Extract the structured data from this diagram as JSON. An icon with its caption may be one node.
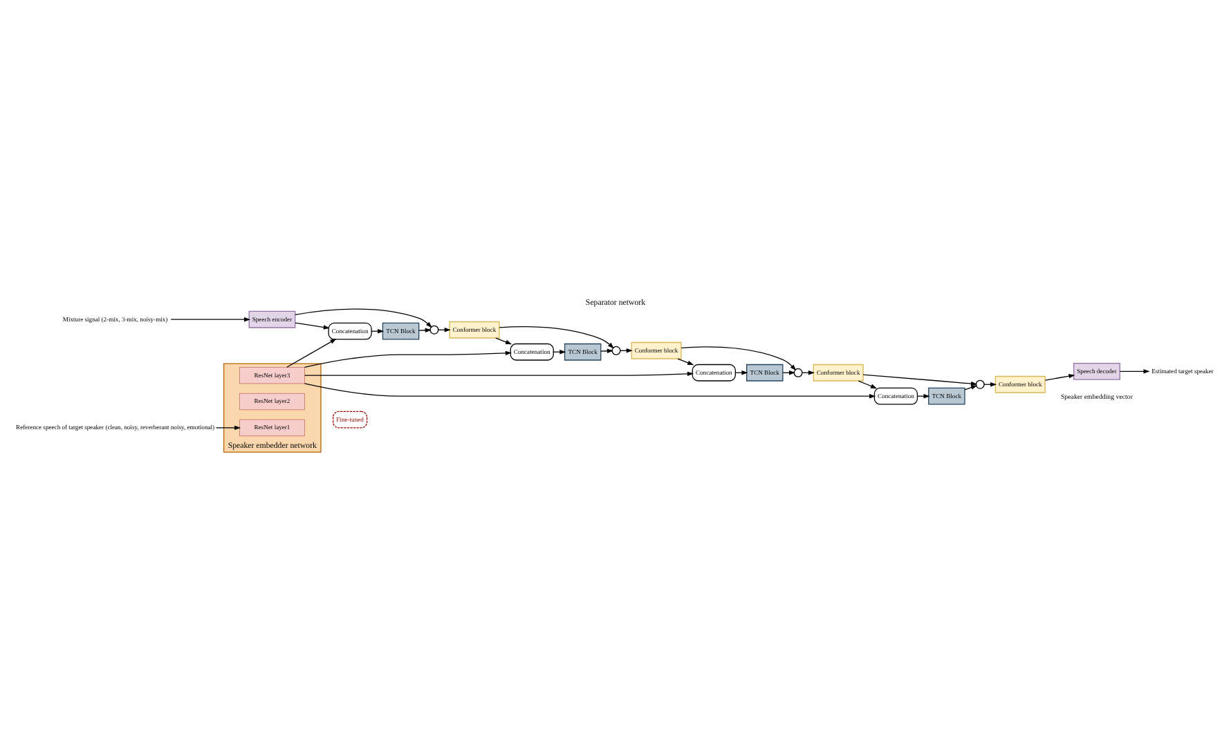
{
  "diagram": {
    "title": "Separator network",
    "nodes": [
      {
        "text": [
          "Speech encoder"
        ]
      },
      {
        "text": [
          "Concatenation"
        ]
      },
      {
        "text": [
          "TCN Block"
        ]
      },
      {
        "text": [],
        "shape": "circle"
      },
      {
        "text": [
          "Conformer block"
        ]
      },
      {
        "text": [
          "Concatenation"
        ]
      },
      {
        "text": [
          "TCN Block"
        ]
      },
      {
        "text": [],
        "shape": "circle"
      },
      {
        "text": [
          "Conformer block"
        ]
      },
      {
        "text": [
          "Concatenation"
        ]
      },
      {
        "text": [
          "TCN Block"
        ]
      },
      {
        "text": [],
        "shape": "circle"
      },
      {
        "text": [
          "Conformer block"
        ]
      },
      {
        "text": [
          "Concatenation"
        ]
      },
      {
        "text": [
          "TCN Block"
        ]
      },
      {
        "text": [],
        "shape": "circle"
      },
      {
        "text": [
          "Conformer block"
        ]
      },
      {
        "text": [
          "Speech decoder"
        ]
      },
      {
        "text": [
          "Speaker embedder network"
        ]
      },
      {
        "text": [
          "ResNet layer3"
        ],
        "in": 18
      },
      {
        "text": [
          "ResNet layer2"
        ],
        "in": 18
      },
      {
        "text": [
          "ResNet layer1"
        ],
        "in": 18
      },
      {
        "text": [
          "Fine-tuned"
        ]
      },
      {
        "text": [
          "Mixture signal (2-mix, 3-mix, noisy-mix)"
        ]
      },
      {
        "text": [
          "Reference speech of target speaker (clean, noisy, reverberant noisy, emotional)"
        ]
      },
      {
        "text": [
          "Estimated target speaker"
        ]
      }
    ],
    "edges": [
      {
        "from": 23,
        "to": 0,
        "arrow": "to"
      },
      {
        "from": 0,
        "to": 1,
        "arrow": "to"
      },
      {
        "from": 0,
        "to": 3,
        "arrow": "to"
      },
      {
        "from": 1,
        "to": 2,
        "arrow": "to"
      },
      {
        "from": 2,
        "to": 3,
        "arrow": "to"
      },
      {
        "from": 3,
        "to": 4,
        "arrow": "to"
      },
      {
        "from": 4,
        "to": 5,
        "arrow": "to"
      },
      {
        "from": 4,
        "to": 7,
        "arrow": "to"
      },
      {
        "from": 5,
        "to": 6,
        "arrow": "to"
      },
      {
        "from": 6,
        "to": 7,
        "arrow": "to"
      },
      {
        "from": 7,
        "to": 8,
        "arrow": "to"
      },
      {
        "from": 8,
        "to": 9,
        "arrow": "to"
      },
      {
        "from": 8,
        "to": 11,
        "arrow": "to"
      },
      {
        "from": 9,
        "to": 10,
        "arrow": "to"
      },
      {
        "from": 10,
        "to": 11,
        "arrow": "to"
      },
      {
        "from": 11,
        "to": 12,
        "arrow": "to"
      },
      {
        "from": 12,
        "to": 13,
        "arrow": "to"
      },
      {
        "from": 12,
        "to": 15,
        "arrow": "to"
      },
      {
        "from": 13,
        "to": 14,
        "arrow": "to"
      },
      {
        "from": 14,
        "to": 15,
        "arrow": "to"
      },
      {
        "from": 15,
        "to": 16,
        "arrow": "to"
      },
      {
        "from": 16,
        "to": 17,
        "arrow": "to"
      },
      {
        "from": 17,
        "to": 25,
        "arrow": "to"
      },
      {
        "from": 24,
        "to": 21,
        "arrow": "to"
      },
      {
        "from": 19,
        "to": 1,
        "arrow": "to"
      },
      {
        "from": 19,
        "to": 5,
        "arrow": "to"
      },
      {
        "from": 19,
        "to": 9,
        "arrow": "to"
      },
      {
        "from": 19,
        "to": 13,
        "arrow": "to"
      }
    ],
    "labels": [
      "Speaker embedding vector"
    ]
  }
}
